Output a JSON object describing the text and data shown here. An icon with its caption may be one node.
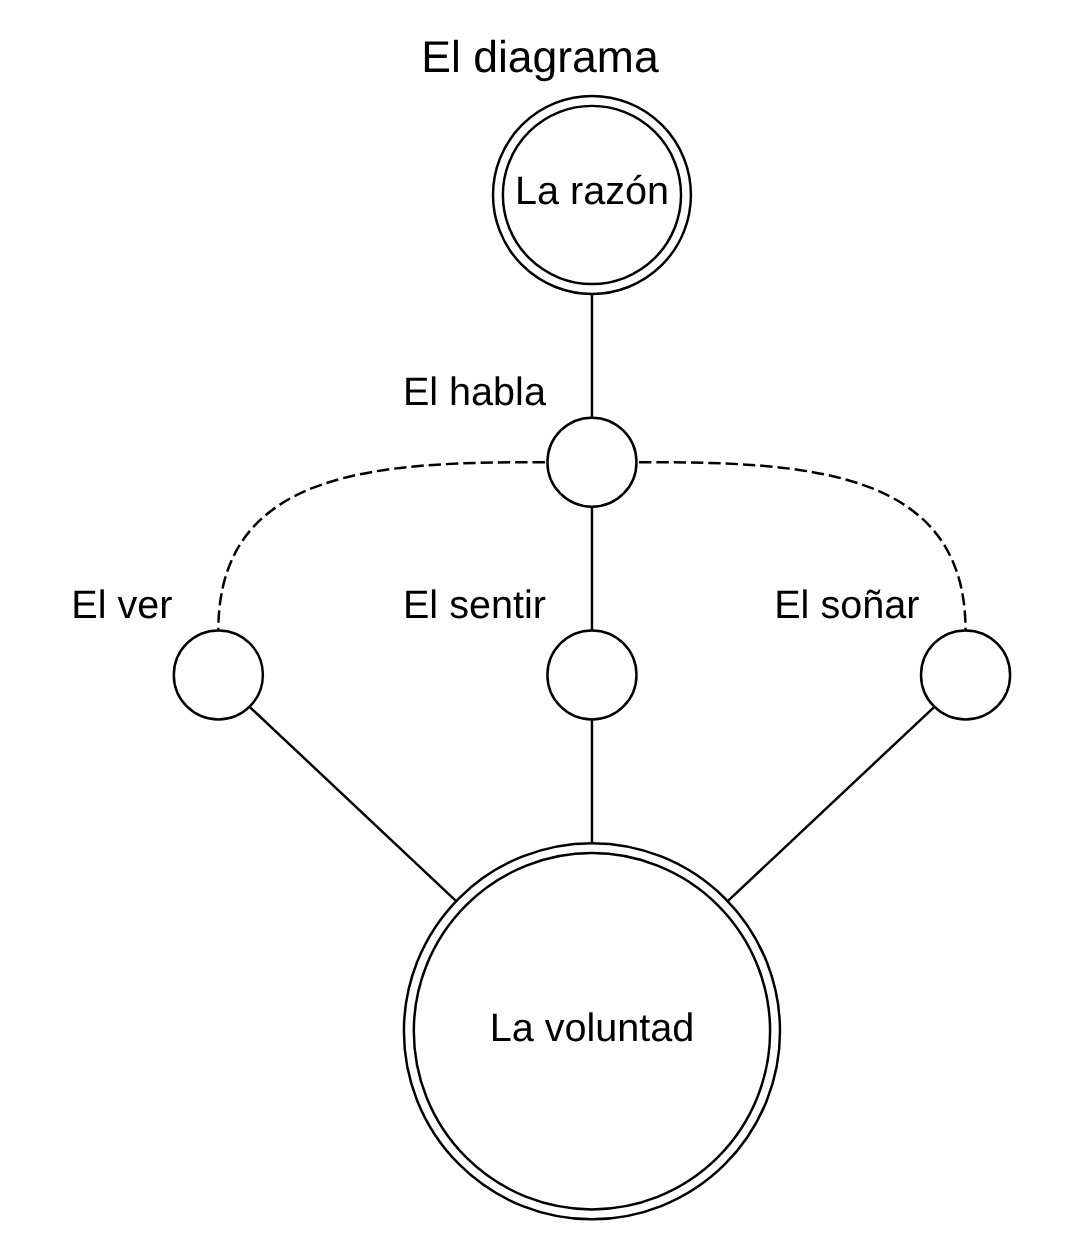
{
  "diagram": {
    "title": "El diagrama",
    "nodes": [
      {
        "text": [
          "La razón"
        ]
      },
      {
        "text": [],
        "shape": "circle",
        "beside": [
          "El habla"
        ]
      },
      {
        "text": [],
        "shape": "circle",
        "beside": [
          "El sentir"
        ]
      },
      {
        "text": [],
        "shape": "circle",
        "beside": [
          "El ver"
        ]
      },
      {
        "text": [],
        "shape": "circle",
        "beside": [
          "El soñar"
        ]
      },
      {
        "text": [
          "La voluntad"
        ]
      }
    ],
    "edges": [
      {
        "from": 0,
        "to": 1,
        "arrow": "none"
      },
      {
        "from": 1,
        "to": 3,
        "arrow": "none",
        "style": "dashed"
      },
      {
        "from": 1,
        "to": 2,
        "arrow": "none"
      },
      {
        "from": 1,
        "to": 4,
        "arrow": "none",
        "style": "dashed"
      },
      {
        "from": 2,
        "to": 5,
        "arrow": "none"
      },
      {
        "from": 3,
        "to": 5,
        "arrow": "none"
      },
      {
        "from": 4,
        "to": 5,
        "arrow": "none"
      }
    ]
  }
}
